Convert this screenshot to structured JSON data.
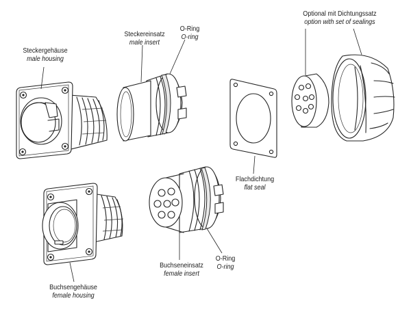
{
  "labels": {
    "male_housing": {
      "de": "Steckergehäuse",
      "en": "male housing"
    },
    "male_insert": {
      "de": "Steckereinsatz",
      "en": "male insert"
    },
    "oring_top": {
      "de": "O-Ring",
      "en": "O-ring"
    },
    "flat_seal": {
      "de": "Flachdichtung",
      "en": "flat seal"
    },
    "sealing_set": {
      "de": "Optional mit Dichtungssatz",
      "en": "option with set of sealings"
    },
    "female_housing": {
      "de": "Buchsengehäuse",
      "en": "female housing"
    },
    "female_insert": {
      "de": "Buchseneinsatz",
      "en": "female insert"
    },
    "oring_bottom": {
      "de": "O-Ring",
      "en": "O-ring"
    }
  }
}
